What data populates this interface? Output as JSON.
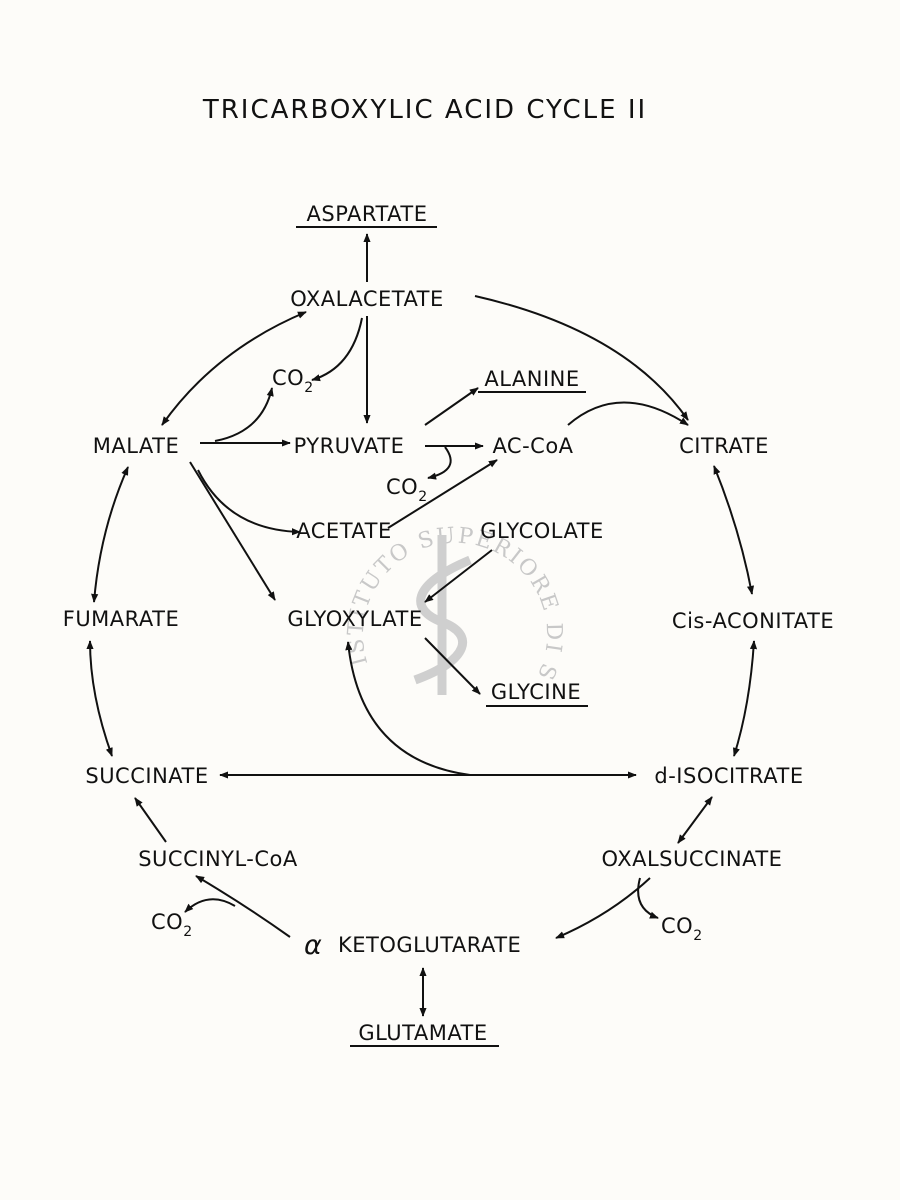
{
  "title": "TRICARBOXYLIC ACID CYCLE II",
  "nodes": {
    "aspartate": "ASPARTATE",
    "oxalacetate": "OXALACETATE",
    "co2_top": "CO",
    "alanine": "ALANINE",
    "malate": "MALATE",
    "pyruvate": "PYRUVATE",
    "accoa": "AC-CoA",
    "citrate": "CITRATE",
    "co2_mid": "CO",
    "acetate": "ACETATE",
    "glycolate": "GLYCOLATE",
    "fumarate": "FUMARATE",
    "glyoxylate": "GLYOXYLATE",
    "cis_aconitate": "Cis-ACONITATE",
    "glycine": "GLYCINE",
    "succinate": "SUCCINATE",
    "isocitrate": "d-ISOCITRATE",
    "succinyl_coa": "SUCCINYL-CoA",
    "oxalsuccinate": "OXALSUCCINATE",
    "co2_left": "CO",
    "co2_right": "CO",
    "alpha": "α",
    "ketoglutarate": "KETOGLUTARATE",
    "glutamate": "GLUTAMATE"
  },
  "subscript": "2",
  "watermark": {
    "text": "ISTITUTO SUPERIORE DI SANITA",
    "color": "#c8c8c8"
  }
}
